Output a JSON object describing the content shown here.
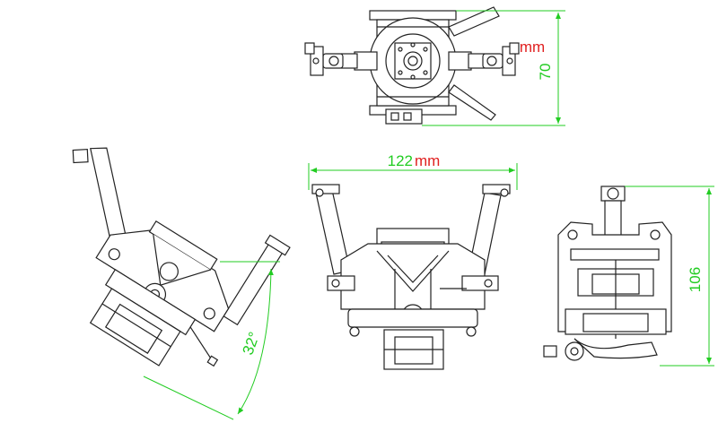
{
  "dimensions": {
    "top_height": {
      "value": "70",
      "unit": "mm"
    },
    "front_width": {
      "value": "122",
      "unit": "mm"
    },
    "side_height": {
      "value": "106"
    },
    "tilt_angle": {
      "value": "32°"
    }
  },
  "colors": {
    "line": "#222222",
    "dimension": "#22cc22",
    "unit": "#e02020",
    "fill": "#ffffff",
    "shade": "#cfcfcf"
  },
  "icons": [
    "gimbal-top-view",
    "gimbal-tilted-view",
    "gimbal-front-view",
    "gimbal-side-view"
  ]
}
